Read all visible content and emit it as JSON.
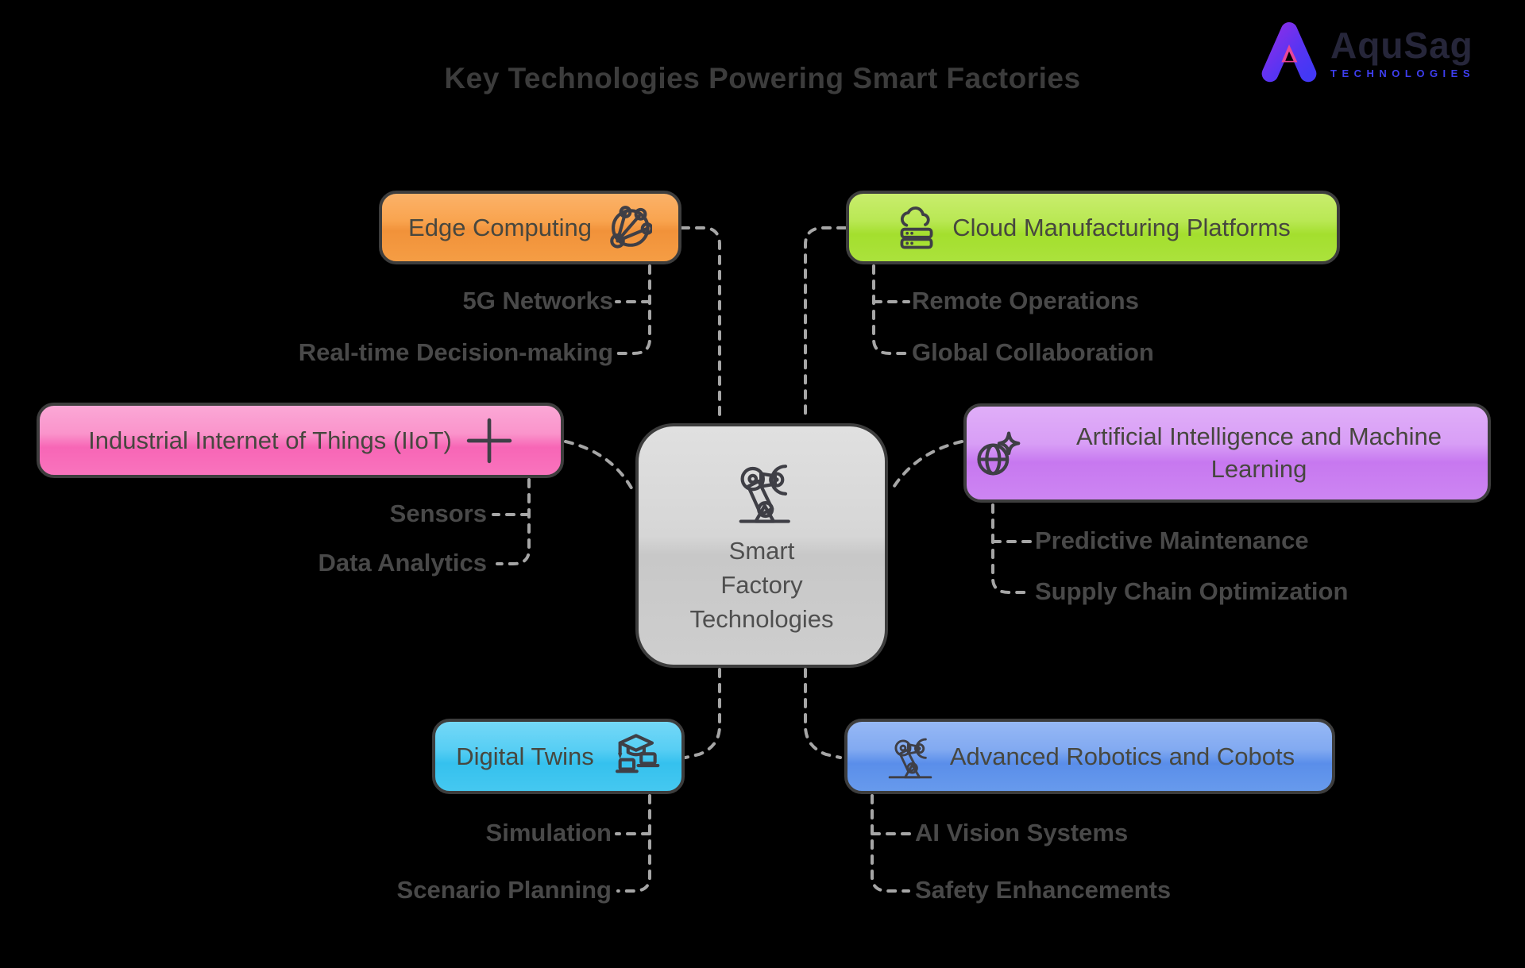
{
  "title": "Key Technologies Powering Smart Factories",
  "logo": {
    "name": "AquSag",
    "subtitle": "TECHNOLOGIES"
  },
  "center": {
    "icon": "robot-arm-icon",
    "lines": [
      "Smart",
      "Factory",
      "Technologies"
    ]
  },
  "branches": [
    {
      "label": "Edge Computing",
      "icon": "edge-network-icon",
      "color": "#f59d44",
      "children": [
        "5G Networks",
        "Real-time Decision-making"
      ]
    },
    {
      "label": "Cloud Manufacturing Platforms",
      "icon": "cloud-server-icon",
      "color": "#abe23c",
      "children": [
        "Remote Operations",
        "Global Collaboration"
      ]
    },
    {
      "label": "Industrial Internet of Things (IIoT)",
      "icon": "plus-icon",
      "color": "#f973bd",
      "children": [
        "Sensors",
        "Data Analytics"
      ]
    },
    {
      "label": "Artificial Intelligence and Machine Learning",
      "icon": "globe-sparkle-icon",
      "color": "#cd85f2",
      "children": [
        "Predictive Maintenance",
        "Supply Chain Optimization"
      ]
    },
    {
      "label": "Digital Twins",
      "icon": "grad-cap-laptops-icon",
      "color": "#45c8f0",
      "children": [
        "Simulation",
        "Scenario Planning"
      ]
    },
    {
      "label": "Advanced Robotics and Cobots",
      "icon": "robot-arm-icon",
      "color": "#679aec",
      "children": [
        "AI Vision Systems",
        "Safety Enhancements"
      ]
    }
  ],
  "connector_color": "#a6a6a6"
}
